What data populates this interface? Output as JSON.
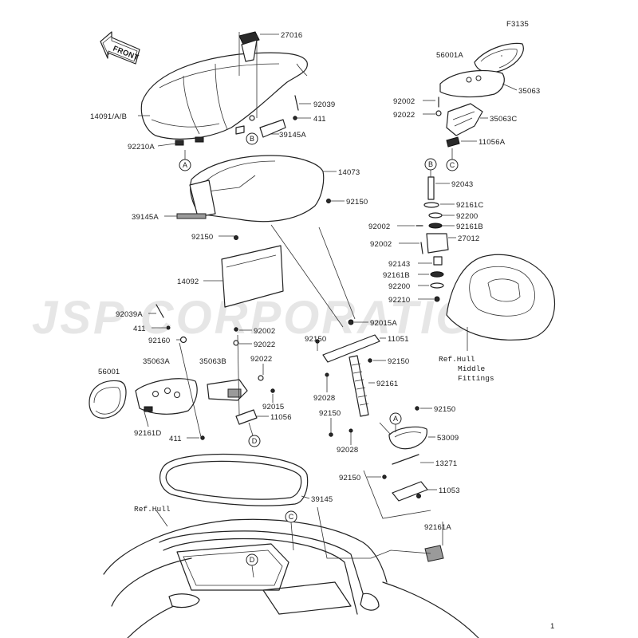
{
  "diagram_code": "F3135",
  "watermark": "JSP CORPORATION",
  "front_label": "FRONT",
  "parts": [
    {
      "id": "p27016",
      "label": "27016"
    },
    {
      "id": "p14091",
      "label": "14091/A/B"
    },
    {
      "id": "p92039",
      "label": "92039"
    },
    {
      "id": "p411a",
      "label": "411"
    },
    {
      "id": "p39145a_top",
      "label": "39145A"
    },
    {
      "id": "p92210a",
      "label": "92210A"
    },
    {
      "id": "p14073",
      "label": "14073"
    },
    {
      "id": "p92150_a",
      "label": "92150"
    },
    {
      "id": "p39145a_left",
      "label": "39145A"
    },
    {
      "id": "p92150_b",
      "label": "92150"
    },
    {
      "id": "p14092",
      "label": "14092"
    },
    {
      "id": "p92039a",
      "label": "92039A"
    },
    {
      "id": "p411b",
      "label": "411"
    },
    {
      "id": "p92160",
      "label": "92160"
    },
    {
      "id": "p92002_mid",
      "label": "92002"
    },
    {
      "id": "p92022_mid",
      "label": "92022"
    },
    {
      "id": "p56001",
      "label": "56001"
    },
    {
      "id": "p35063a",
      "label": "35063A"
    },
    {
      "id": "p35063b",
      "label": "35063B"
    },
    {
      "id": "p92022_b",
      "label": "92022"
    },
    {
      "id": "p92015",
      "label": "92015"
    },
    {
      "id": "p11056",
      "label": "11056"
    },
    {
      "id": "p92161d",
      "label": "92161D"
    },
    {
      "id": "p411c",
      "label": "411"
    },
    {
      "id": "p39145",
      "label": "39145"
    },
    {
      "id": "p56001a",
      "label": "56001A"
    },
    {
      "id": "p35063",
      "label": "35063"
    },
    {
      "id": "p92002_r",
      "label": "92002"
    },
    {
      "id": "p92022_r",
      "label": "92022"
    },
    {
      "id": "p35063c",
      "label": "35063C"
    },
    {
      "id": "p11056a",
      "label": "11056A"
    },
    {
      "id": "p92043",
      "label": "92043"
    },
    {
      "id": "p92161c",
      "label": "92161C"
    },
    {
      "id": "p92200_a",
      "label": "92200"
    },
    {
      "id": "p92161b_a",
      "label": "92161B"
    },
    {
      "id": "p92002_r2",
      "label": "92002"
    },
    {
      "id": "p27012",
      "label": "27012"
    },
    {
      "id": "p92002_r3",
      "label": "92002"
    },
    {
      "id": "p92143",
      "label": "92143"
    },
    {
      "id": "p92161b_b",
      "label": "92161B"
    },
    {
      "id": "p92200_b",
      "label": "92200"
    },
    {
      "id": "p92210",
      "label": "92210"
    },
    {
      "id": "p92150_c",
      "label": "92150"
    },
    {
      "id": "p92015a",
      "label": "92015A"
    },
    {
      "id": "p11051",
      "label": "11051"
    },
    {
      "id": "p92150_d",
      "label": "92150"
    },
    {
      "id": "p92028_a",
      "label": "92028"
    },
    {
      "id": "p92161",
      "label": "92161"
    },
    {
      "id": "p92150_e",
      "label": "92150"
    },
    {
      "id": "p92028_b",
      "label": "92028"
    },
    {
      "id": "p92150_f",
      "label": "92150"
    },
    {
      "id": "p53009",
      "label": "53009"
    },
    {
      "id": "p13271",
      "label": "13271"
    },
    {
      "id": "p92150_g",
      "label": "92150"
    },
    {
      "id": "p11053",
      "label": "11053"
    },
    {
      "id": "p92161a",
      "label": "92161A"
    }
  ],
  "callouts": [
    "A",
    "B",
    "C",
    "D"
  ],
  "references": {
    "hull_left": "Ref.Hull",
    "hull_middle_1": "Ref.Hull",
    "hull_middle_2": "Middle",
    "hull_middle_3": "Fittings"
  },
  "page_marker": "1"
}
